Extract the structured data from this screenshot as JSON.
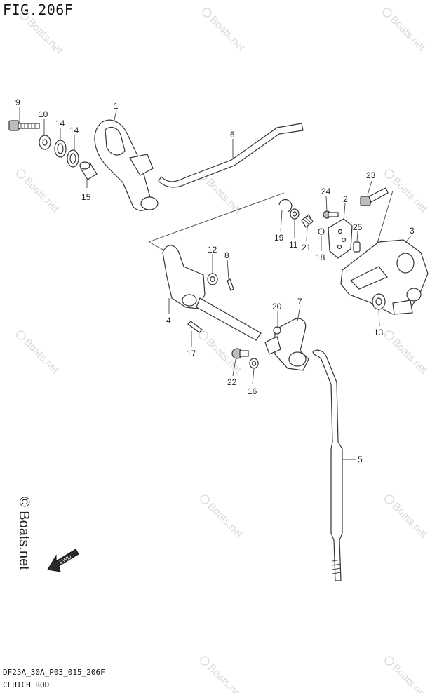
{
  "figure_title": "FIG.206F",
  "footer": {
    "code": "DF25A_30A_P03_015_206F",
    "name": "CLUTCH ROD"
  },
  "watermark": "Boats.net",
  "copyright": "© Boats.net",
  "fwd_label": "FWD",
  "callouts": {
    "c1": "1",
    "c2": "2",
    "c3": "3",
    "c4": "4",
    "c5": "5",
    "c6": "6",
    "c7": "7",
    "c8": "8",
    "c9": "9",
    "c10": "10",
    "c11": "11",
    "c12": "12",
    "c13": "13",
    "c14a": "14",
    "c14b": "14",
    "c15": "15",
    "c16": "16",
    "c17": "17",
    "c18": "18",
    "c19": "19",
    "c20": "20",
    "c21": "21",
    "c22": "22",
    "c23": "23",
    "c24": "24",
    "c25": "25"
  },
  "colors": {
    "line": "#333333",
    "watermark": "#d9d9d9",
    "background": "#ffffff"
  }
}
